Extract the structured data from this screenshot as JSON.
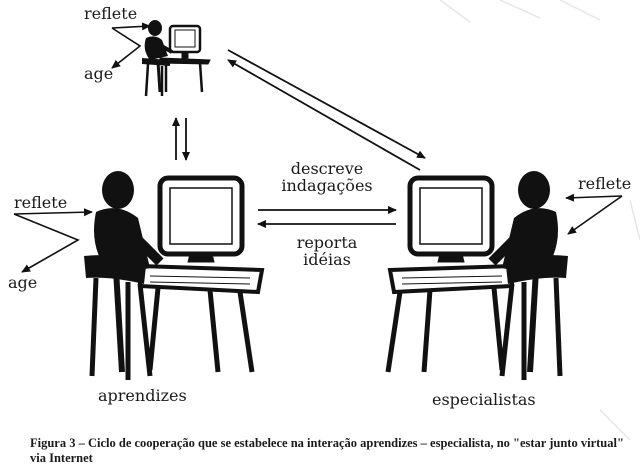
{
  "labels": {
    "top_reflete": "reflete",
    "top_age": "age",
    "left_reflete": "reflete",
    "left_age": "age",
    "right_reflete": "reflete",
    "descreve_line1": "descreve",
    "descreve_line2": "indagações",
    "reporta_line1": "reporta",
    "reporta_line2": "idéias",
    "aprendizes": "aprendizes",
    "especialistas": "especialistas"
  },
  "caption": "Figura 3 – Ciclo de cooperação que se estabelece na interação aprendizes – especialista, no \"estar junto virtual\" via Internet",
  "colors": {
    "ink": "#111111",
    "background": "#ffffff"
  }
}
